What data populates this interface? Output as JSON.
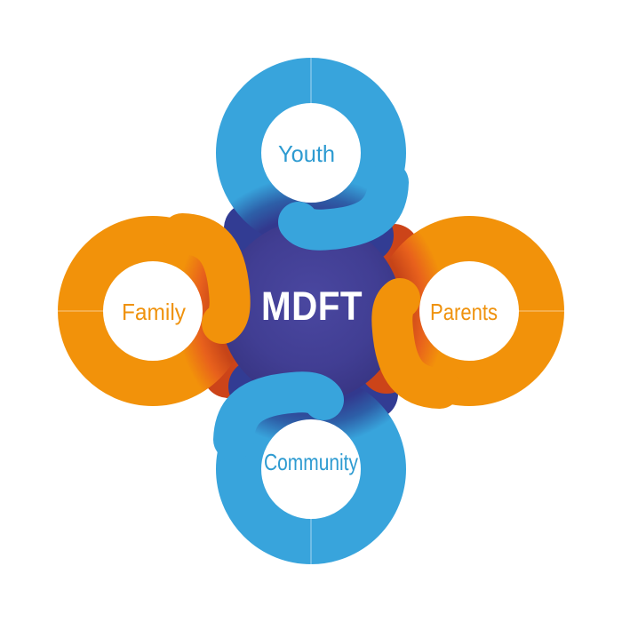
{
  "diagram": {
    "center": {
      "label": "MDFT"
    },
    "rings": [
      {
        "label": "Youth",
        "position": "top",
        "color": "#38A4DC",
        "label_color": "#2E9BD1"
      },
      {
        "label": "Parents",
        "position": "right",
        "color": "#F2920A",
        "label_color": "#EF920D"
      },
      {
        "label": "Community",
        "position": "bottom",
        "color": "#38A4DC",
        "label_color": "#2E9BD1"
      },
      {
        "label": "Family",
        "position": "left",
        "color": "#F2920A",
        "label_color": "#EF920D"
      }
    ],
    "colors": {
      "blue": "#38A4DC",
      "blue_mid": "#2D5FA8",
      "blue_dark": "#32398E",
      "blue_flank": "#323C93",
      "orange": "#F2920A",
      "orange_mid": "#E8611C",
      "orange_dark": "#C64418",
      "orange_flank": "#CC4419",
      "purple_light": "#4A47A0",
      "purple": "#413E93",
      "purple_dark": "#363380",
      "center_text": "#FFFFFF"
    }
  }
}
